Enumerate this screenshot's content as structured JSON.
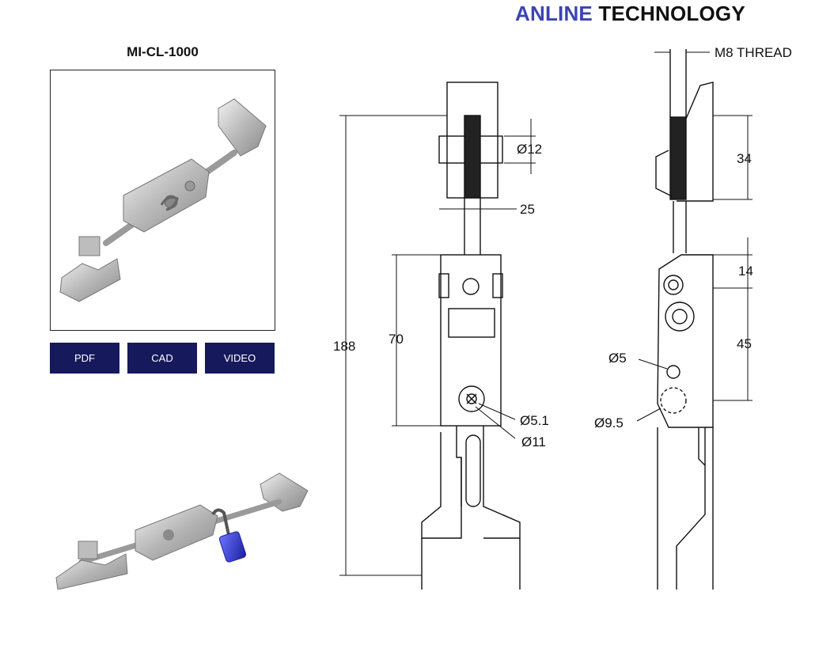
{
  "header": {
    "brand_part1": "ANLINE",
    "brand_part2": "TECHNOLOGY",
    "brand_part1_color": "#3b44b3"
  },
  "product": {
    "code": "MI-CL-1000",
    "main_image_icon": "toggle-latch-clamp-render",
    "secondary_image_icon": "toggle-latch-with-padlock-render"
  },
  "buttons": {
    "pdf_label": "PDF",
    "cad_label": "CAD",
    "video_label": "VIDEO",
    "color": "#161a5c"
  },
  "drawing": {
    "thread_label": "M8 THREAD",
    "dims": {
      "d12": "Ø12",
      "w25": "25",
      "h188": "188",
      "h70": "70",
      "d51": "Ø5.1",
      "d11": "Ø11",
      "h34": "34",
      "h14": "14",
      "h45": "45",
      "d5": "Ø5",
      "d95": "Ø9.5"
    }
  }
}
